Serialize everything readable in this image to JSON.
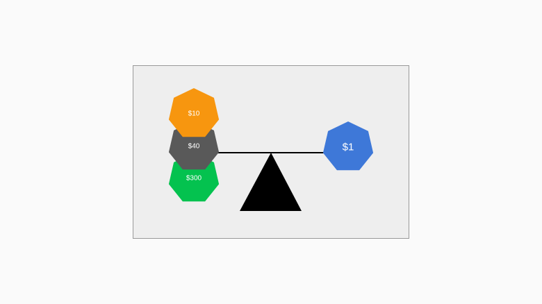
{
  "scene": {
    "background_color": "#eeeeee",
    "border_color": "#999999",
    "beam_color": "#000000",
    "fulcrum_color": "#000000"
  },
  "left_weights": [
    {
      "label": "$10",
      "color": "#f7960f"
    },
    {
      "label": "$40",
      "color": "#595959"
    },
    {
      "label": "$300",
      "color": "#04c24f"
    }
  ],
  "right_weights": [
    {
      "label": "$1",
      "color": "#3e78d8"
    }
  ]
}
